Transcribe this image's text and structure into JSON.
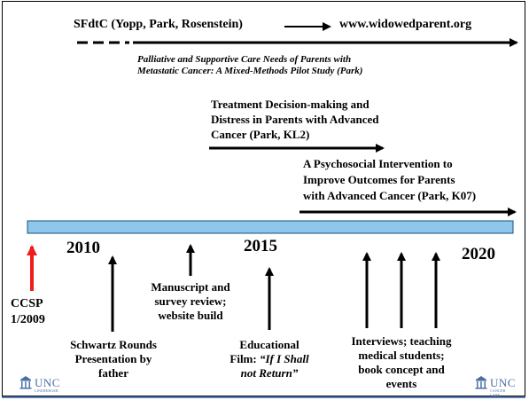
{
  "top": {
    "project": "SFdtC (Yopp, Park, Rosenstein)",
    "website": "www.widowedparent.org"
  },
  "studies": {
    "pilot_line1": "Palliative and Supportive Care Needs of Parents with",
    "pilot_line2": "Metastatic Cancer: A Mixed-Methods Pilot Study (Park)",
    "kl2_line1": "Treatment Decision-making and",
    "kl2_line2": "Distress in Parents with Advanced",
    "kl2_line3": "Cancer (Park, KL2)",
    "k07_line1": "A Psychosocial Intervention to",
    "k07_line2": "Improve Outcomes for Parents",
    "k07_line3": "with Advanced Cancer (Park, K07)"
  },
  "years": {
    "y2010": "2010",
    "y2015": "2015",
    "y2020": "2020"
  },
  "events": {
    "ccsp_line1": "CCSP",
    "ccsp_line2": "1/2009",
    "schwartz_line1": "Schwartz Rounds",
    "schwartz_line2": "Presentation by",
    "schwartz_line3": "father",
    "manuscript_line1": "Manuscript and",
    "manuscript_line2": "survey review;",
    "manuscript_line3": "website build",
    "film_line1": "Educational",
    "film_line2_prefix": "Film: ",
    "film_line2_italic": "“If I Shall",
    "film_line3": "not Return”",
    "interviews_line1": "Interviews; teaching",
    "interviews_line2": "medical students;",
    "interviews_line3": "book concept and",
    "interviews_line4": "events"
  },
  "logos": {
    "left_word": "UNC",
    "left_sub": "LINEBERGER",
    "right_word": "UNC",
    "right_sub": "CANCER CARE"
  },
  "colors": {
    "timeline_bar": "#8fc7ec",
    "ccsp_arrow": "#ee1c1c",
    "logo_blue": "#4b6fa5",
    "bottom_rule": "#5b7fb8"
  }
}
